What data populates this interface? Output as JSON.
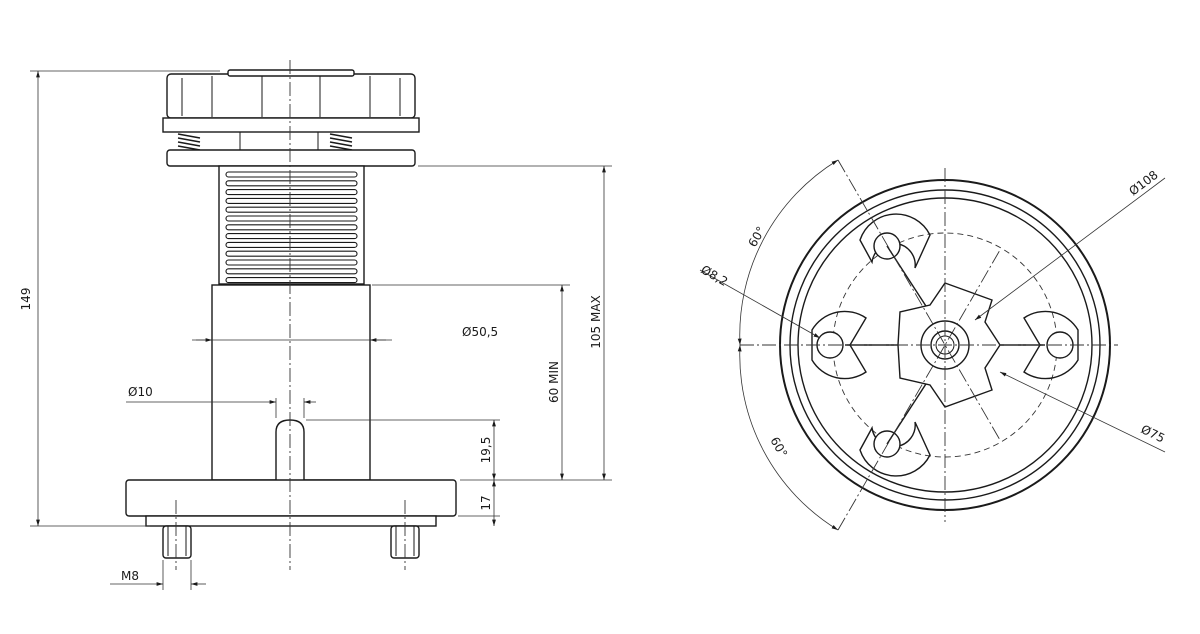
{
  "dimensions": {
    "total_height": "149",
    "max_height": "105 MAX",
    "min_height": "60 MIN",
    "body_diameter": "Ø50,5",
    "pin_diameter": "Ø10",
    "pin_height": "19,5",
    "base_height": "17",
    "thread": "M8",
    "outer_diameter": "Ø108",
    "hole_diameter": "Ø8,2",
    "pitch_diameter": "Ø75",
    "angle_top": "60°",
    "angle_bottom": "60°"
  }
}
